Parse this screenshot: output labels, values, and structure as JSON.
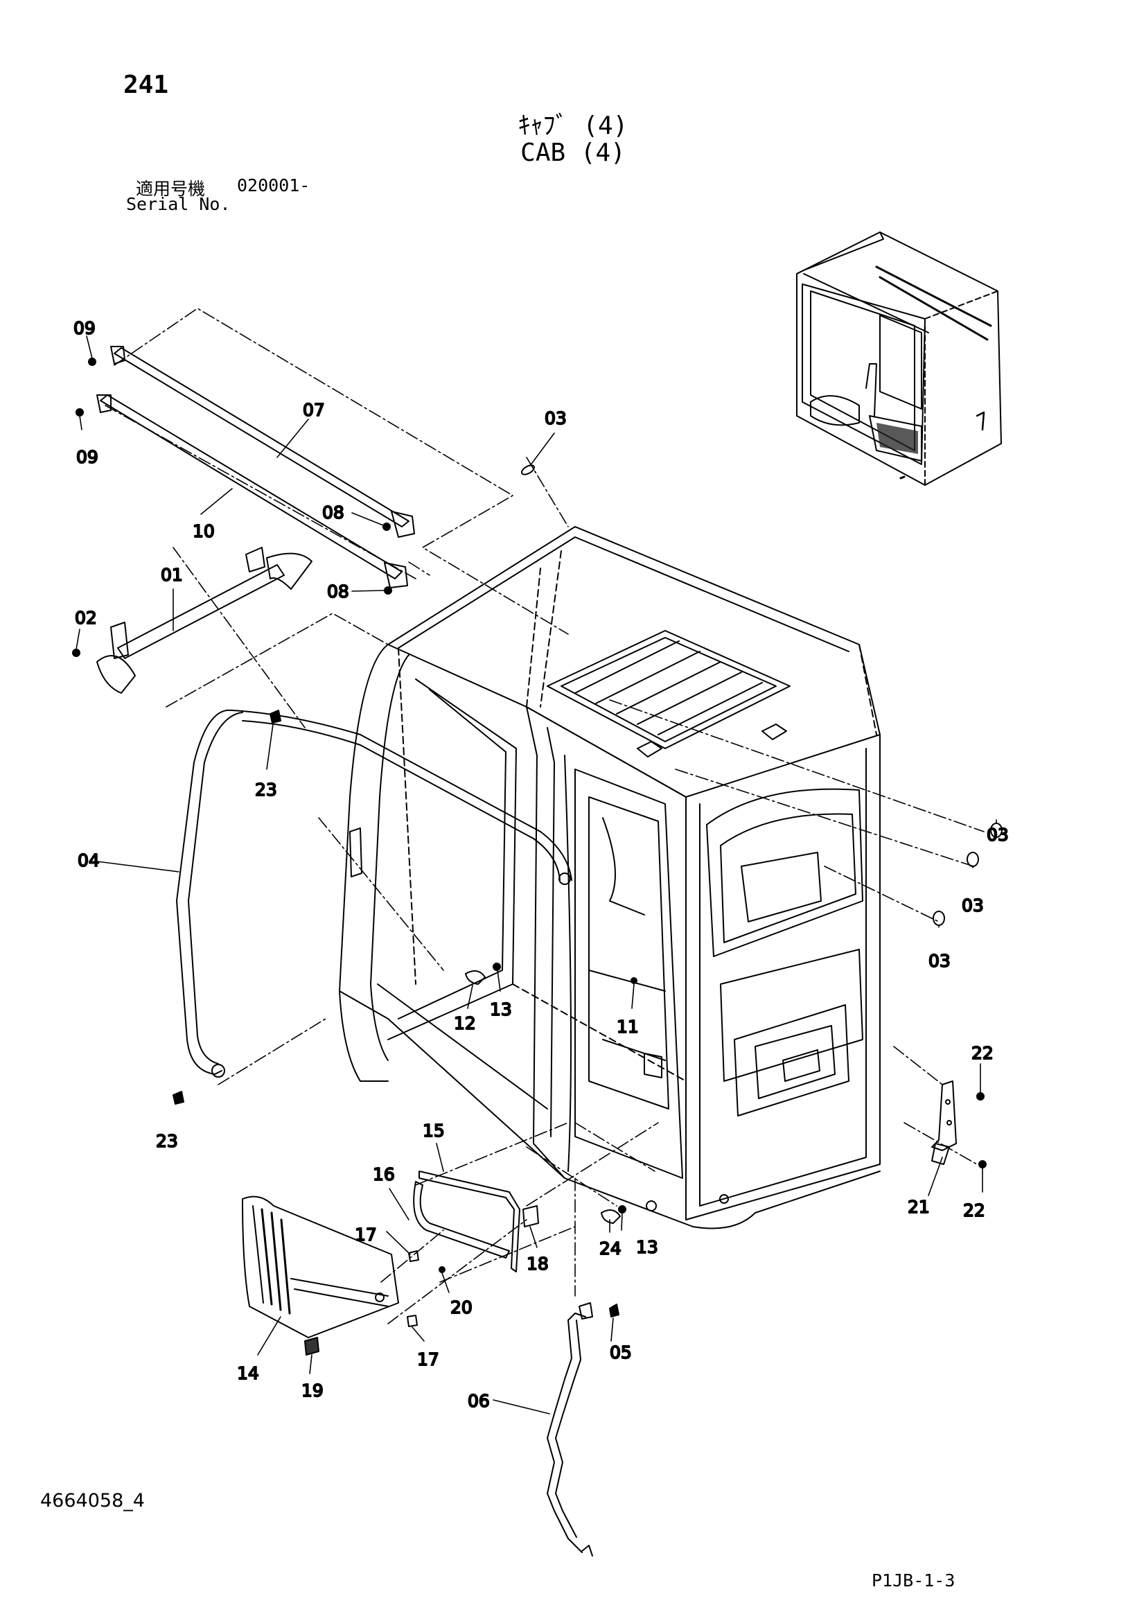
{
  "header": {
    "page_number": "241",
    "title_jp": "ｷｬﾌﾞ (4)",
    "title_en": "CAB (4)",
    "serial_label_jp": "適用号機",
    "serial_value": "020001-",
    "serial_label_en": "Serial No."
  },
  "footer": {
    "drawing_number": "4664058_4",
    "page_code": "P1JB-1-3"
  },
  "callouts": {
    "c09a": "09",
    "c09b": "09",
    "c07": "07",
    "c10": "10",
    "c08a": "08",
    "c08b": "08",
    "c03a": "03",
    "c03b": "03",
    "c03c": "03",
    "c03d": "03",
    "c01": "01",
    "c02": "02",
    "c23a": "23",
    "c23b": "23",
    "c04": "04",
    "c12": "12",
    "c13a": "13",
    "c13b": "13",
    "c11": "11",
    "c22a": "22",
    "c22b": "22",
    "c21": "21",
    "c15": "15",
    "c16": "16",
    "c17a": "17",
    "c17b": "17",
    "c18": "18",
    "c24": "24",
    "c20": "20",
    "c14": "14",
    "c19": "19",
    "c05": "05",
    "c06": "06"
  }
}
